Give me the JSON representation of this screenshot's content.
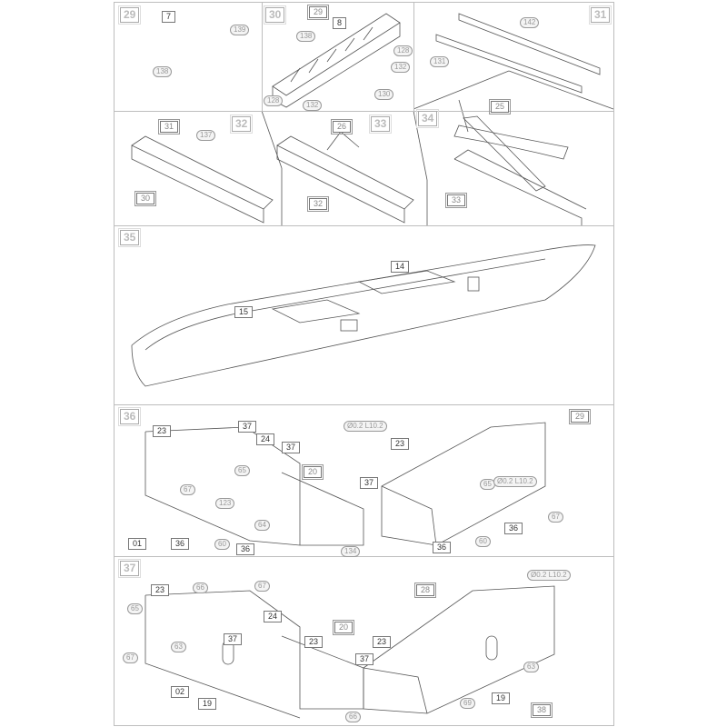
{
  "steps": [
    "29",
    "30",
    "31",
    "32",
    "33",
    "34",
    "35",
    "36",
    "37"
  ],
  "p29": {
    "parts": [
      "7"
    ],
    "photoetch": [
      "139",
      "138"
    ]
  },
  "p30": {
    "parts": [
      "29",
      "8"
    ],
    "photoetch": [
      "138",
      "128",
      "132",
      "130",
      "128",
      "132"
    ]
  },
  "p31": {
    "photoetch": [
      "142",
      "131"
    ]
  },
  "p32": {
    "parts": [
      "31",
      "30"
    ],
    "photoetch": [
      "137"
    ]
  },
  "p33": {
    "parts": [
      "26",
      "32"
    ]
  },
  "p34": {
    "parts": [
      "25",
      "33"
    ]
  },
  "p35": {
    "parts": [
      "14",
      "15"
    ]
  },
  "p36": {
    "parts": [
      "23",
      "37",
      "24",
      "37",
      "20",
      "01",
      "36",
      "36",
      "23",
      "37",
      "29",
      "36",
      "36"
    ],
    "photoetch": [
      "65",
      "67",
      "123",
      "64",
      "60",
      "134",
      "65",
      "67",
      "60"
    ],
    "wire": [
      "Ø0.2 L10.2",
      "Ø0.2 L10.2"
    ]
  },
  "p37": {
    "parts": [
      "23",
      "24",
      "37",
      "20",
      "23",
      "02",
      "19",
      "37",
      "23",
      "28",
      "19",
      "38"
    ],
    "photoetch": [
      "66",
      "67",
      "65",
      "63",
      "67",
      "66",
      "63",
      "69"
    ],
    "wire": [
      "Ø0.2 L10.2"
    ]
  }
}
